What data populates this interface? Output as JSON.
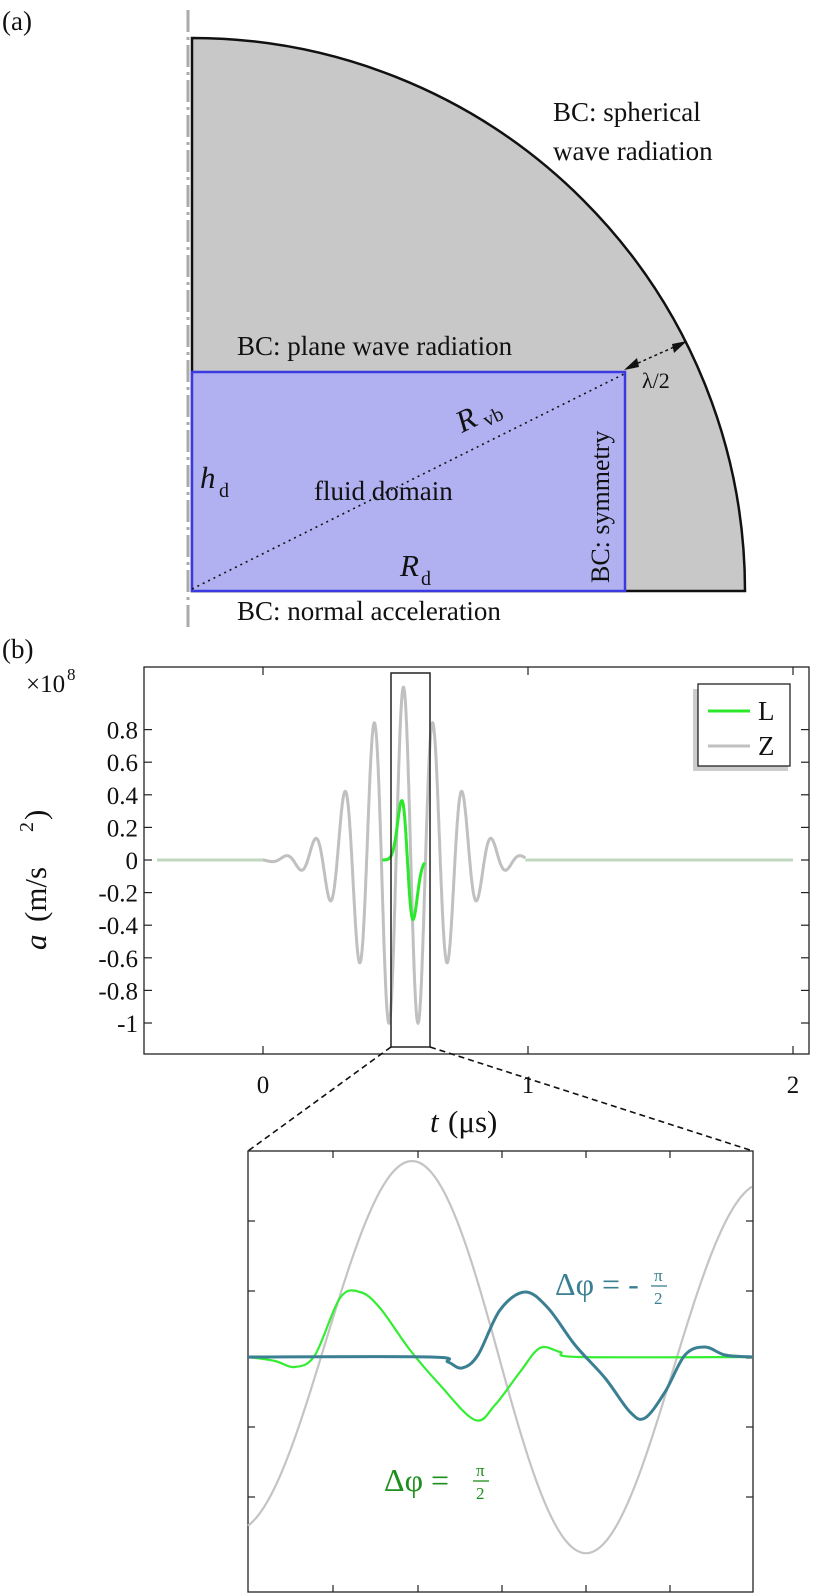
{
  "panel_a": {
    "label": "(a)",
    "bc_spherical_line1": "BC: spherical",
    "bc_spherical_line2": "wave radiation",
    "bc_plane": "BC: plane wave radiation",
    "bc_normal": "BC: normal acceleration",
    "bc_symmetry": "BC: symmetry",
    "fluid_domain": "fluid domain",
    "h_d": "h",
    "h_d_sub": "d",
    "R_d": "R",
    "R_d_sub": "d",
    "R_vb": "R",
    "R_vb_sub": "vb",
    "lambda_half": "λ/2",
    "colors": {
      "outer_domain": "#c8c8c8",
      "fluid": "#b1b1f1",
      "fluid_border": "#3a3ae0"
    }
  },
  "panel_b": {
    "label": "(b)",
    "exponent_label": "×10",
    "exponent_power": "8",
    "ylabel": "a",
    "ylabel_unit": "(m/s",
    "ylabel_unit_power": "2",
    "ylabel_unit_close": ")",
    "xlabel": "t",
    "xlabel_unit": "(μs)",
    "legend": [
      {
        "name": "L",
        "color": "#2be82b"
      },
      {
        "name": "Z",
        "color": "#c0c0c0"
      }
    ]
  },
  "zoom": {
    "phase_minus": "Δφ = -",
    "phase_minus_num": "π",
    "phase_minus_den": "2",
    "phase_plus": "Δφ = ",
    "phase_plus_num": "π",
    "phase_plus_den": "2",
    "colors": {
      "L": "#33ee33",
      "Z": "#c4c4c4",
      "shifted": "#3b7f92",
      "plus_label": "#1d8f1d"
    }
  },
  "chart_data": {
    "type": "line",
    "x_range": [
      -0.45,
      2.05
    ],
    "ylim": [
      -1.15,
      1.15
    ],
    "x_ticks": [
      0,
      1,
      2
    ],
    "x_tick_labels": [
      "0",
      "1",
      "2"
    ],
    "y_ticks": [
      -1,
      -0.8,
      -0.6,
      -0.4,
      -0.2,
      0,
      0.2,
      0.4,
      0.6,
      0.8
    ],
    "y_tick_labels": [
      "-1",
      "-0.8",
      "-0.6",
      "-0.4",
      "-0.2",
      "0",
      "0.2",
      "0.4",
      "0.6",
      "0.8"
    ],
    "xlabel": "t (μs)",
    "ylabel": "a (m/s^2)",
    "legend_position": "top-right",
    "series": [
      {
        "name": "Z",
        "description": "burst, carrier 9 cycles per μs, Gaussian envelope",
        "t_start": 0.0,
        "t_end": 0.99,
        "peak": 1.06,
        "peak_time": 0.53
      },
      {
        "name": "L",
        "description": "short pulse",
        "t_start": 0.45,
        "t_end": 0.61,
        "peak": 0.37,
        "trough": -0.38
      }
    ],
    "zoom_window_x": [
      0.48,
      0.63
    ],
    "zoom_window_y": [
      -1.1,
      1.15
    ]
  }
}
